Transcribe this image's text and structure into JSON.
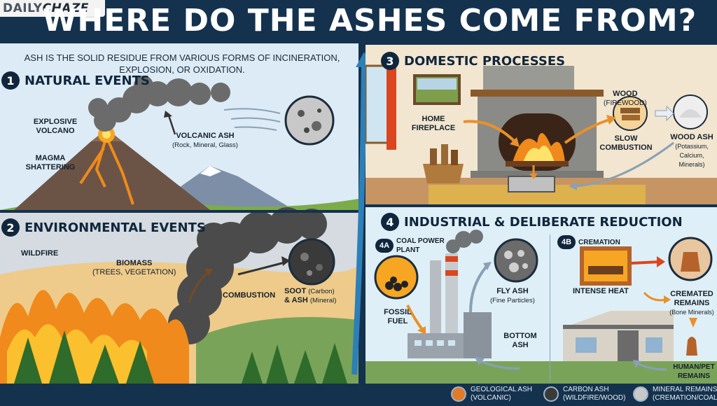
{
  "logo": {
    "part1": "DAILY",
    "part2": "CHAZE"
  },
  "title": "WHERE DO THE ASHES COME FROM?",
  "intro": "ASH IS THE SOLID RESIDUE FROM VARIOUS FORMS OF INCINERATION, EXPLOSION, OR OXIDATION.",
  "sections": {
    "natural": {
      "number": "1",
      "title": "NATURAL EVENTS",
      "labels": {
        "explosive_volcano": "EXPLOSIVE VOLCANO",
        "magma_shattering": "MAGMA SHATTERING",
        "volcanic_ash": "VOLCANIC ASH",
        "volcanic_ash_sub": "(Rock, Mineral, Glass)"
      }
    },
    "environmental": {
      "number": "2",
      "title": "ENVIRONMENTAL EVENTS",
      "labels": {
        "wildfire": "WILDFIRE",
        "biomass": "BIOMASS",
        "biomass_sub": "(TREES, VEGETATION)",
        "combustion": "COMBUSTION",
        "soot": "SOOT",
        "soot_sub": "(Carbon)",
        "and_ash": "& ASH",
        "and_ash_sub": "(Mineral)"
      }
    },
    "domestic": {
      "number": "3",
      "title": "DOMESTIC PROCESSES",
      "labels": {
        "home_fireplace": "HOME FIREPLACE",
        "wood": "WOOD",
        "wood_sub": "(FIREWOOD)",
        "slow_combustion": "SLOW COMBUSTION",
        "wood_ash": "WOOD ASH",
        "wood_ash_sub": "(Potassium, Calcium, Minerals)"
      }
    },
    "industrial": {
      "number": "4",
      "title": "INDUSTRIAL & DELIBERATE REDUCTION",
      "sub_a": {
        "badge": "4A",
        "title": "COAL POWER PLANT",
        "fossil_fuel": "FOSSIL FUEL",
        "fly_ash": "FLY ASH",
        "fly_ash_sub": "(Fine Particles)",
        "bottom_ash": "BOTTOM ASH"
      },
      "sub_b": {
        "badge": "4B",
        "title": "CREMATION",
        "intense_heat": "INTENSE HEAT",
        "cremated_remains": "CREMATED REMAINS",
        "cremated_remains_sub": "(Bone Minerals)",
        "human_remains": "HUMAN/PET REMAINS"
      }
    }
  },
  "legend": [
    {
      "name": "GEOLOGICAL ASH",
      "sub": "(VOLCANIC)",
      "color": "#e07b2a"
    },
    {
      "name": "CARBON ASH",
      "sub": "(WILDFIRE/WOOD)",
      "color": "#3a3a3a"
    },
    {
      "name": "MINERAL REMAINS",
      "sub": "(CREMATION/COAL)",
      "color": "#c9c9c9"
    }
  ],
  "colors": {
    "navy": "#14324e",
    "sky": "#dcebf6",
    "fire": "#f08a1c",
    "arrow_orange": "#e8912a"
  }
}
